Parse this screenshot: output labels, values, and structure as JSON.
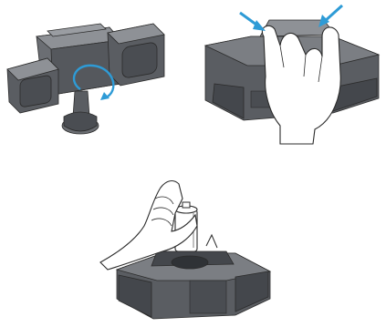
{
  "illustration": {
    "steps": [
      {
        "name": "rotate-light-head",
        "icons": [
          "floodlight-icon",
          "rotate-arrow-icon"
        ]
      },
      {
        "name": "press-release-tabs",
        "icons": [
          "mount-base-icon",
          "hand-icon",
          "press-arrow-icon"
        ]
      },
      {
        "name": "insert-battery",
        "icons": [
          "hand-icon",
          "battery-icon",
          "open-housing-icon"
        ]
      }
    ],
    "colors": {
      "housing_dark": "#4a4d52",
      "housing_mid": "#6b6e73",
      "housing_light": "#8e9196",
      "arrow_blue": "#2e9bd6",
      "outline": "#2b2b2b",
      "hand_fill": "#ffffff"
    }
  }
}
